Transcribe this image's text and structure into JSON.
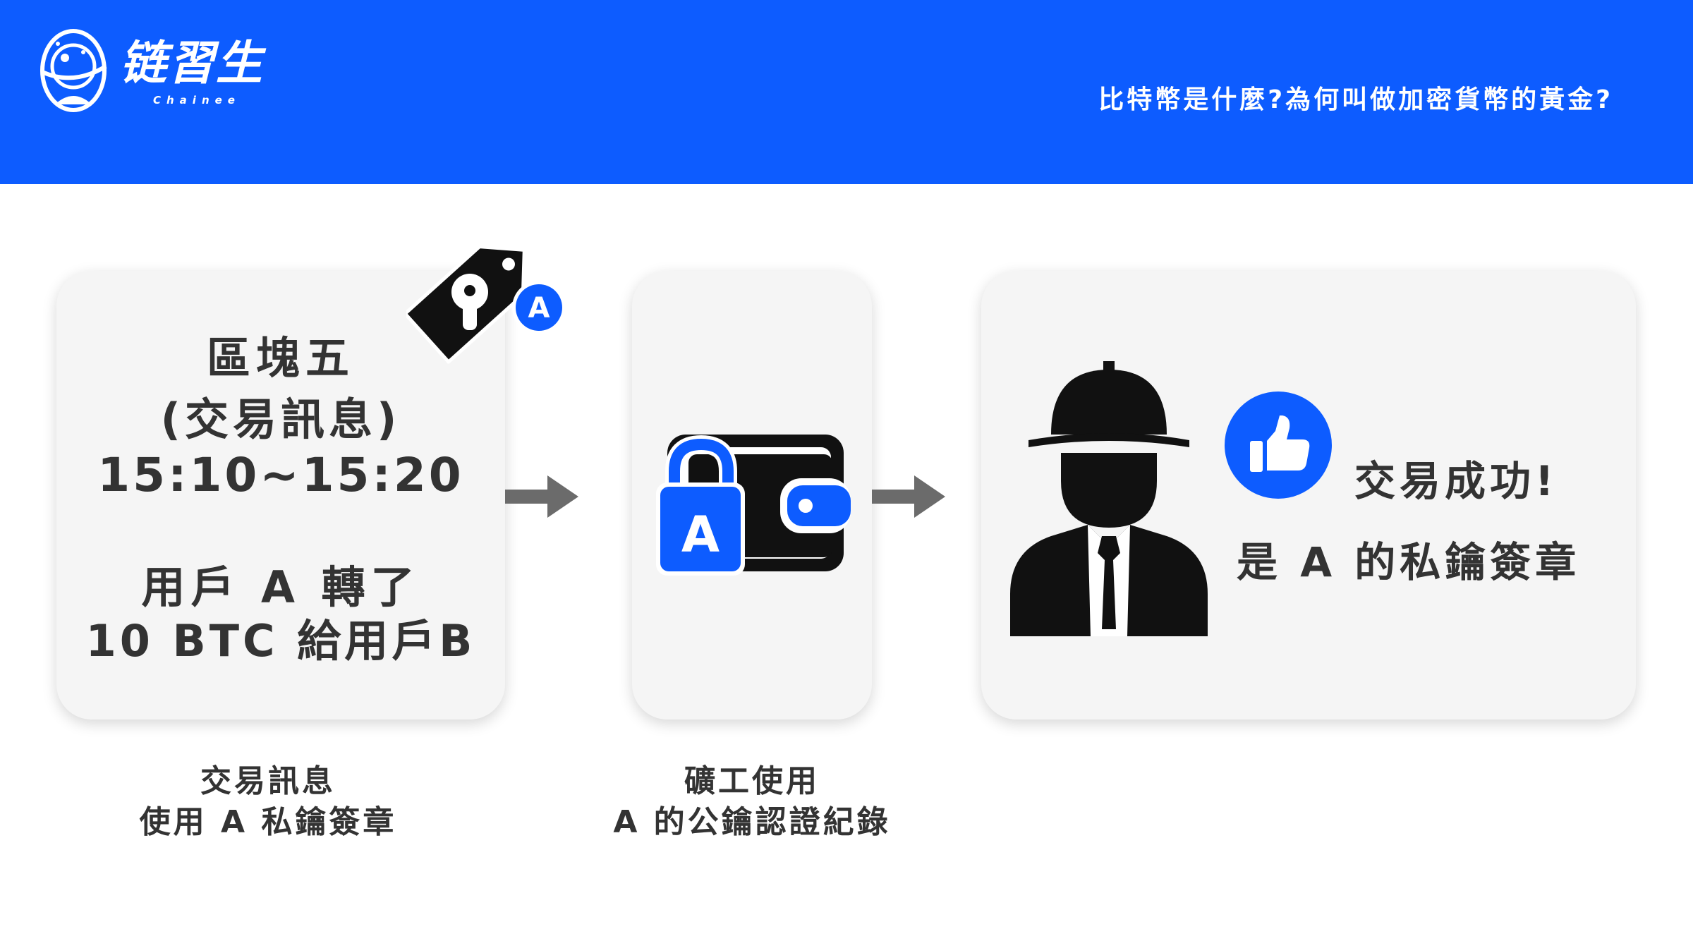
{
  "header": {
    "logo_name": "链習生",
    "logo_sub": "Chainee",
    "title": "比特幣是什麼?為何叫做加密貨幣的黃金?"
  },
  "colors": {
    "brand_blue": "#0d5cff",
    "card_bg": "#f5f5f5",
    "text_dark": "#333333",
    "arrow_gray": "#6b6b6b",
    "icon_black": "#111111"
  },
  "block_card": {
    "line1": "區塊五",
    "line2": "(交易訊息)",
    "line3": "15:10~15:20",
    "line4": "用戶 A 轉了",
    "line5": "10 BTC 給用戶B"
  },
  "tag_badge": "A",
  "lock_badge": "A",
  "result_card": {
    "line1": "交易成功!",
    "line2": "是 A 的私鑰簽章"
  },
  "captions": {
    "step1": {
      "line1": "交易訊息",
      "line2": "使用 A 私鑰簽章"
    },
    "step2": {
      "line1": "礦工使用",
      "line2": "A 的公鑰認證紀錄"
    }
  },
  "icons": {
    "tag": "key-tag-icon",
    "wallet": "locked-wallet-icon",
    "worker": "worker-hardhat-icon",
    "like": "thumbs-up-icon",
    "arrow": "arrow-right-icon"
  }
}
